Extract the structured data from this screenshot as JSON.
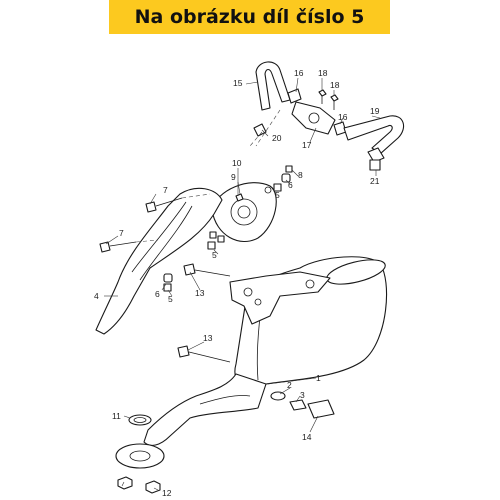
{
  "banner": {
    "text": "Na obrázku díl číslo 5",
    "background": "#fcc91f"
  },
  "callouts": {
    "c1": "1",
    "c2": "2",
    "c3": "3",
    "c4": "4",
    "c5a": "5",
    "c5b": "5",
    "c5c": "5",
    "c6a": "6",
    "c6b": "6",
    "c7a": "7",
    "c7b": "7",
    "c8": "8",
    "c9": "9",
    "c10": "10",
    "c11": "11",
    "c12": "12",
    "c13": "13",
    "c14": "14",
    "c15": "15",
    "c16a": "16",
    "c16b": "16",
    "c17": "17",
    "c18a": "18",
    "c18b": "18",
    "c19": "19",
    "c20": "20",
    "c21": "21"
  }
}
